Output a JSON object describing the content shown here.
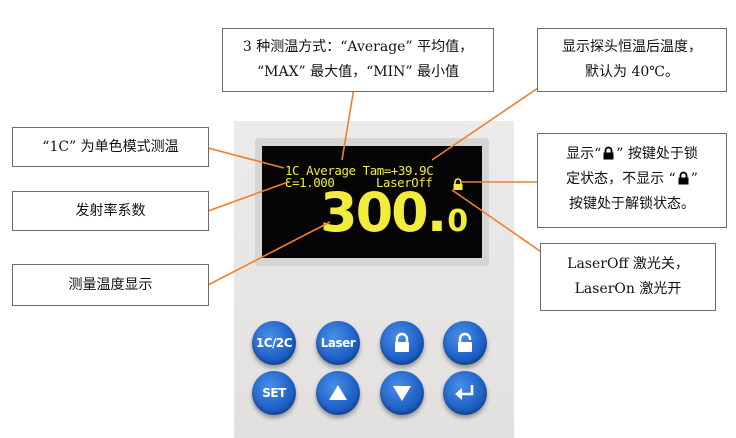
{
  "display": {
    "line1": "1C Average Tam=+39.9C",
    "line2_left": "Ɛ=1.000",
    "line2_right": "LaserOff",
    "reading_int": "300.",
    "reading_dec": "0"
  },
  "callouts": {
    "mode": {
      "line1": "3 种测温方式：“Average” 平均值，",
      "line2": "“MAX” 最大值，“MIN” 最小值"
    },
    "probe": {
      "line1": "显示探头恒温后温度，",
      "line2": "默认为 40℃。"
    },
    "single_color": "“1C” 为单色模式测温",
    "emissivity": "发射率系数",
    "measured": "测量温度显示",
    "lock": {
      "line1a": "显示“",
      "line1b": "” 按键处于锁",
      "line2a": "定状态，不显示 “",
      "line2b": "”",
      "line3": "按键处于解锁状态。"
    },
    "laser": {
      "line1": "LaserOff 激光关，",
      "line2": "LaserOn 激光开"
    }
  },
  "keys": {
    "k1c2c": "1C/2C",
    "laser": "Laser",
    "set": "SET",
    "up_icon": "triangle-up-icon",
    "down_icon": "triangle-down-icon",
    "enter_icon": "enter-arrow-icon",
    "lock_icon": "lock-closed-icon",
    "unlock_icon": "lock-open-icon"
  },
  "colors": {
    "screen_text": "#f2ec3c",
    "leader": "#f07f2c",
    "key_blue": "#1f63c9"
  }
}
